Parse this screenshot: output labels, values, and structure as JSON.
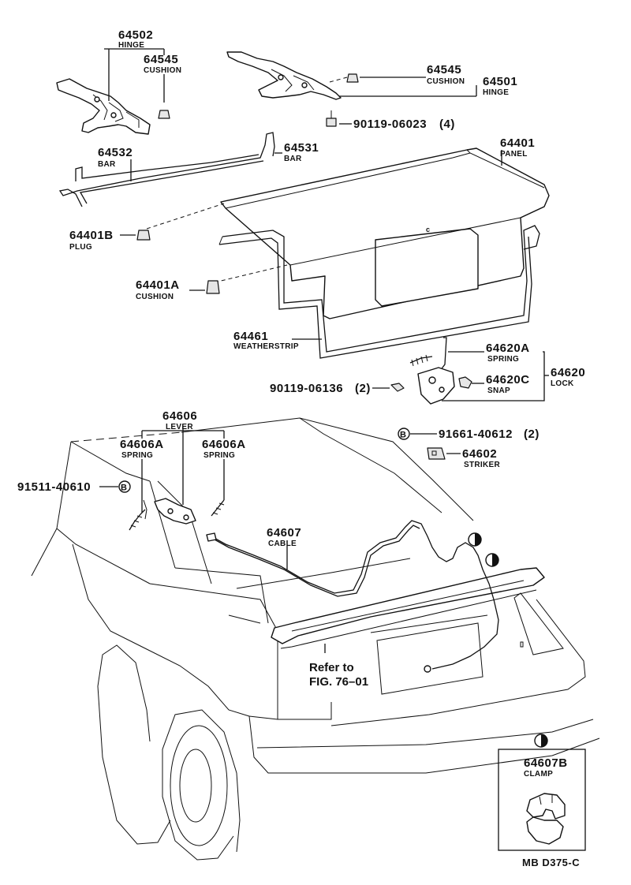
{
  "callouts": {
    "hinge_lh": {
      "part": "64502",
      "name": "HINGE"
    },
    "cushion_lh": {
      "part": "64545",
      "name": "CUSHION"
    },
    "cushion_rh": {
      "part": "64545",
      "name": "CUSHION"
    },
    "hinge_rh": {
      "part": "64501",
      "name": "HINGE"
    },
    "bolt_hinge": {
      "part": "90119-06023",
      "qty": "(4)"
    },
    "bar_lh": {
      "part": "64532",
      "name": "BAR"
    },
    "bar_rh": {
      "part": "64531",
      "name": "BAR"
    },
    "panel": {
      "part": "64401",
      "name": "PANEL"
    },
    "plug": {
      "part": "64401B",
      "name": "PLUG"
    },
    "cushion_panel": {
      "part": "64401A",
      "name": "CUSHION"
    },
    "weatherstrip": {
      "part": "64461",
      "name": "WEATHERSTRIP"
    },
    "lock_spring": {
      "part": "64620A",
      "name": "SPRING"
    },
    "lock_snap": {
      "part": "64620C",
      "name": "SNAP"
    },
    "lock": {
      "part": "64620",
      "name": "LOCK"
    },
    "bolt_lock": {
      "part": "90119-06136",
      "qty": "(2)"
    },
    "lever": {
      "part": "64606",
      "name": "LEVER"
    },
    "lever_spring_a": {
      "part": "64606A",
      "name": "SPRING"
    },
    "lever_spring_b": {
      "part": "64606A",
      "name": "SPRING"
    },
    "bolt_striker": {
      "part": "91661-40612",
      "qty": "(2)"
    },
    "striker": {
      "part": "64602",
      "name": "STRIKER"
    },
    "bolt_lever": {
      "part": "91511-40610"
    },
    "cable": {
      "part": "64607",
      "name": "CABLE"
    },
    "clamp": {
      "part": "64607B",
      "name": "CLAMP"
    }
  },
  "markers": {
    "b_symbol": "B"
  },
  "refer": {
    "line1": "Refer to",
    "line2": "FIG. 76–01"
  },
  "diagram_code": "MB D375-C"
}
